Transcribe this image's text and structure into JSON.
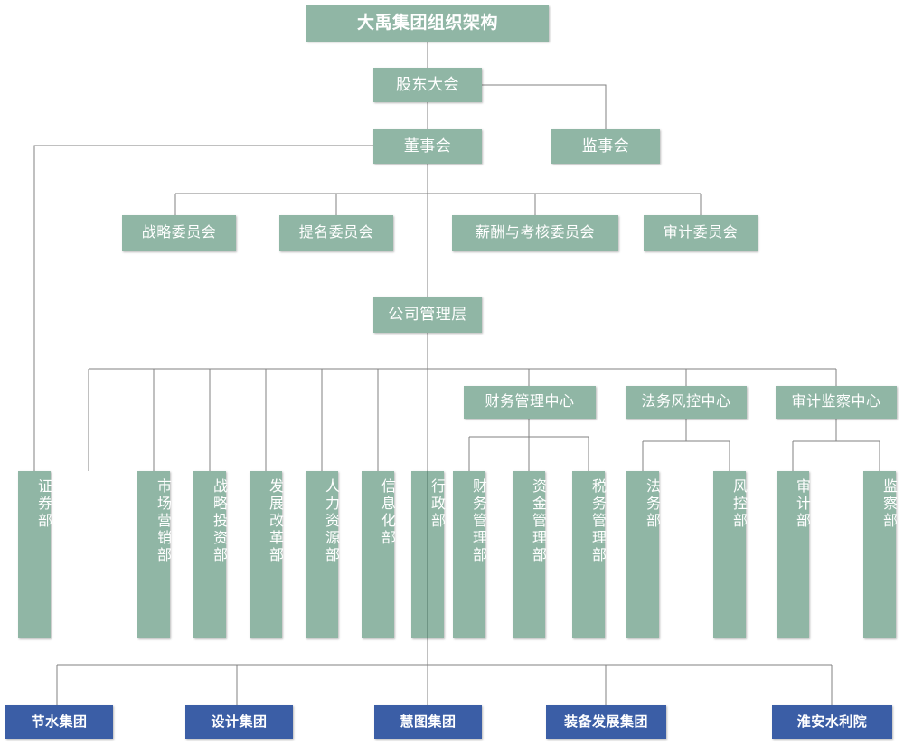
{
  "chart": {
    "title": "大禹集团组织架构",
    "colors": {
      "green": "#136B45",
      "blue": "#3B5EA6",
      "connector": "#808080",
      "text": "#FFFFFF",
      "background": "#FFFFFF"
    }
  },
  "governance": {
    "shareholders_meeting": "股东大会",
    "board_of_directors": "董事会",
    "board_of_supervisors": "监事会",
    "management": "公司管理层"
  },
  "committees": [
    {
      "label": "战略委员会"
    },
    {
      "label": "提名委员会"
    },
    {
      "label": "薪酬与考核委员会"
    },
    {
      "label": "审计委员会"
    }
  ],
  "centers": [
    {
      "label": "财务管理中心"
    },
    {
      "label": "法务风控中心"
    },
    {
      "label": "审计监察中心"
    }
  ],
  "departments": [
    {
      "label": "证券部"
    },
    {
      "label": "市场营销部"
    },
    {
      "label": "战略投资部"
    },
    {
      "label": "发展改革部"
    },
    {
      "label": "人力资源部"
    },
    {
      "label": "信息化部"
    },
    {
      "label": "行政部"
    },
    {
      "label": "财务管理部"
    },
    {
      "label": "资金管理部"
    },
    {
      "label": "税务管理部"
    },
    {
      "label": "法务部"
    },
    {
      "label": "风控部"
    },
    {
      "label": "审计部"
    },
    {
      "label": "监察部"
    }
  ],
  "subsidiaries": [
    {
      "label": "节水集团"
    },
    {
      "label": "设计集团"
    },
    {
      "label": "慧图集团"
    },
    {
      "label": "装备发展集团"
    },
    {
      "label": "淮安水利院"
    }
  ]
}
